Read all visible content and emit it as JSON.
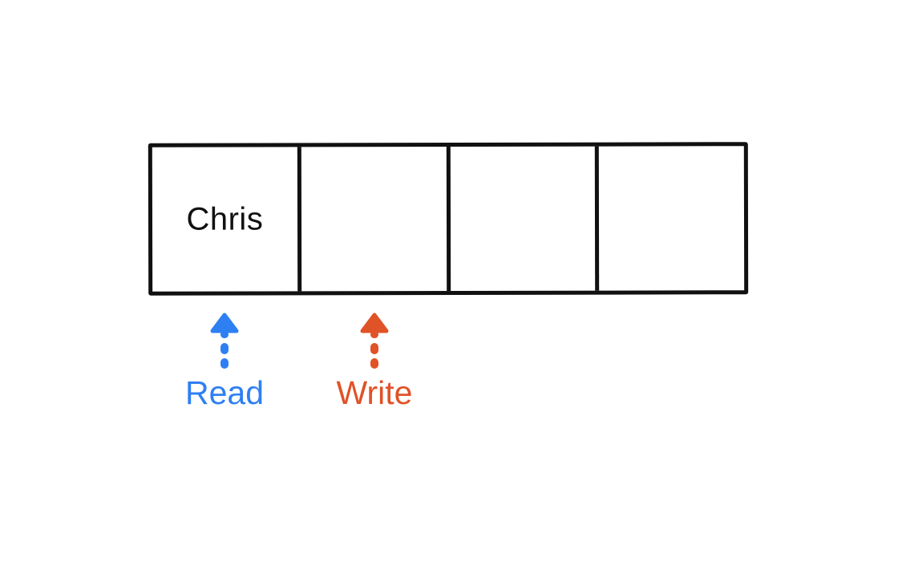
{
  "canvas": {
    "background": "#ffffff"
  },
  "array": {
    "description": "four-cell array drawn with thick black hand-drawn borders",
    "border_color": "#111111",
    "cells": [
      {
        "label": "Chris"
      },
      {
        "label": ""
      },
      {
        "label": ""
      },
      {
        "label": ""
      }
    ]
  },
  "pointers": {
    "read": {
      "label": "Read",
      "color": "#2e7ff2",
      "icon": "dotted-up-arrow-icon",
      "points_to_cell_index": 0
    },
    "write": {
      "label": "Write",
      "color": "#e05227",
      "icon": "dotted-up-arrow-icon",
      "points_to_cell_index": 1
    }
  }
}
